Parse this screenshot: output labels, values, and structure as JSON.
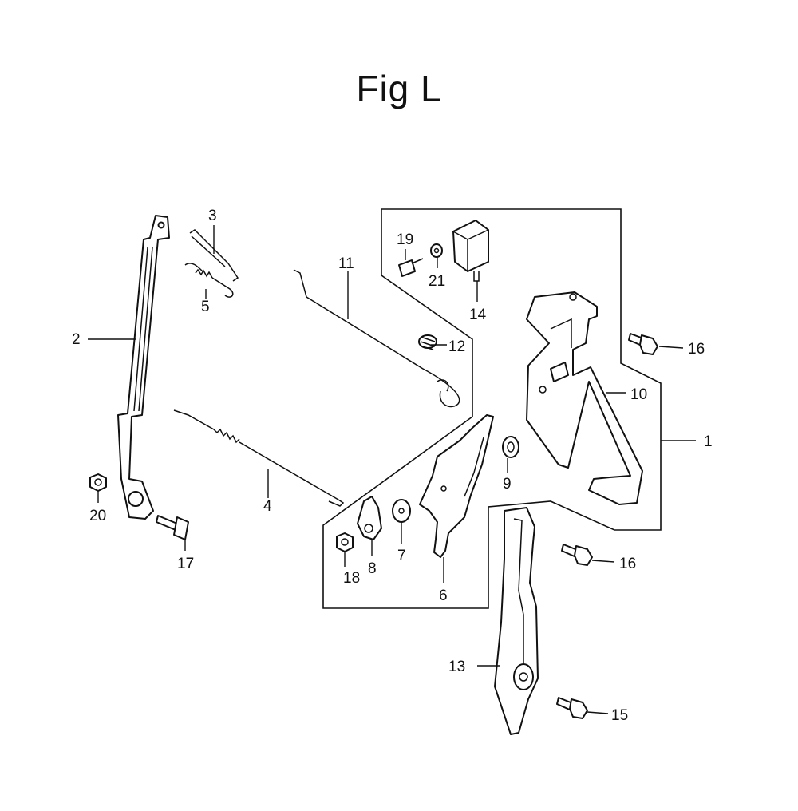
{
  "figure": {
    "title": "Fig L"
  },
  "callouts": {
    "p1": "1",
    "p2": "2",
    "p3": "3",
    "p4": "4",
    "p5": "5",
    "p6": "6",
    "p7": "7",
    "p8": "8",
    "p9": "9",
    "p10": "10",
    "p11": "11",
    "p12": "12",
    "p13": "13",
    "p14": "14",
    "p15": "15",
    "p16a": "16",
    "p16b": "16",
    "p17": "17",
    "p18": "18",
    "p19": "19",
    "p20": "20",
    "p21": "21"
  }
}
